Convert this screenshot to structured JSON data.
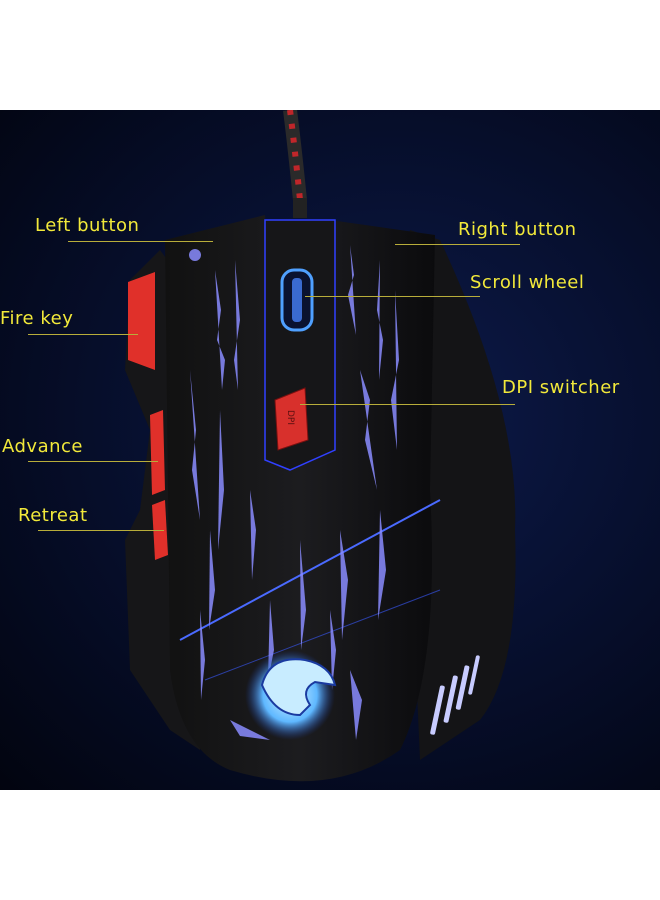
{
  "product": "RGB gaming mouse with braided cable",
  "callouts": [
    {
      "id": "left-button",
      "label": "Left button"
    },
    {
      "id": "right-button",
      "label": "Right button"
    },
    {
      "id": "scroll-wheel",
      "label": "Scroll wheel"
    },
    {
      "id": "fire-key",
      "label": "Fire key"
    },
    {
      "id": "dpi-switcher",
      "label": "DPI switcher"
    },
    {
      "id": "advance",
      "label": "Advance"
    },
    {
      "id": "retreat",
      "label": "Retreat"
    }
  ],
  "dpi_button_text": "DPI",
  "colors": {
    "label": "#f2e93a",
    "accent_red": "#e0302a",
    "glow_blue": "#8a8cff",
    "background": "#071030"
  }
}
